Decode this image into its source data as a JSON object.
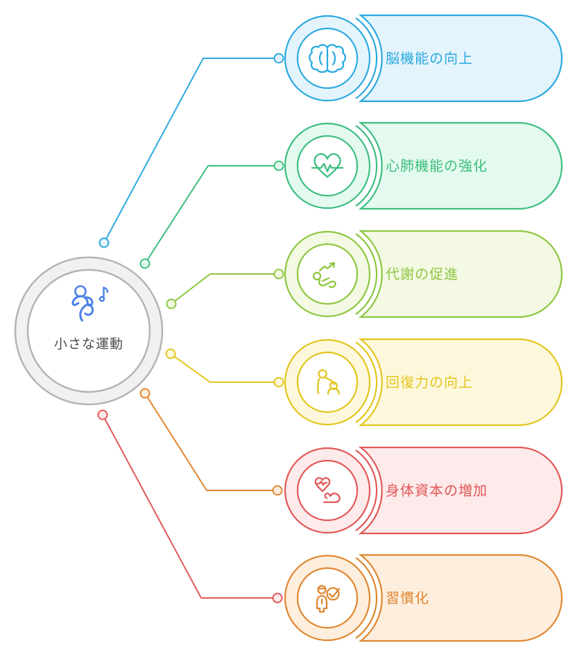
{
  "diagram": {
    "title_hint": "mindmap of benefits of small exercise",
    "center": {
      "label": "小さな運動",
      "icon": "dancing-person-icon",
      "ring_color": "#b4b4b4",
      "ring_fill": "#f1f1f1",
      "inner_fill": "#ffffff",
      "text_color": "#4a4a4a",
      "icon_color": "#4a80e8"
    },
    "branches": [
      {
        "label": "脳機能の向上",
        "icon": "brain-icon",
        "color": "#2aa9e0",
        "fill": "#e4f4fc"
      },
      {
        "label": "心肺機能の強化",
        "icon": "heart-pulse-icon",
        "color": "#3cbe7e",
        "fill": "#e4faee"
      },
      {
        "label": "代謝の促進",
        "icon": "metabolism-icon",
        "color": "#8dc63f",
        "fill": "#f3f9e3"
      },
      {
        "label": "回復力の向上",
        "icon": "recovery-icon",
        "color": "#e2c51c",
        "fill": "#fdf8dc"
      },
      {
        "label": "身体資本の増加",
        "icon": "strength-icon",
        "color": "#e25757",
        "fill": "#fdeaea"
      },
      {
        "label": "習慣化",
        "icon": "habit-check-icon",
        "color": "#e0862f",
        "fill": "#fdeede"
      }
    ],
    "connectors": [
      {
        "to": "脳機能の向上",
        "color": "#2aa9e0",
        "dot_fill": "#e4f4fc"
      },
      {
        "to": "心肺機能の強化",
        "color": "#3cbe7e",
        "dot_fill": "#e4faee"
      },
      {
        "to": "代謝の促進",
        "color": "#8dc63f",
        "dot_fill": "#f3f9e3"
      },
      {
        "to": "回復力の向上",
        "color": "#e2c51c",
        "dot_fill": "#fdf8dc"
      },
      {
        "to": "身体資本の増加",
        "color": "#e0862f",
        "dot_fill": "#fdeede"
      },
      {
        "to": "習慣化",
        "color": "#e25757",
        "dot_fill": "#fdeaea"
      }
    ]
  }
}
